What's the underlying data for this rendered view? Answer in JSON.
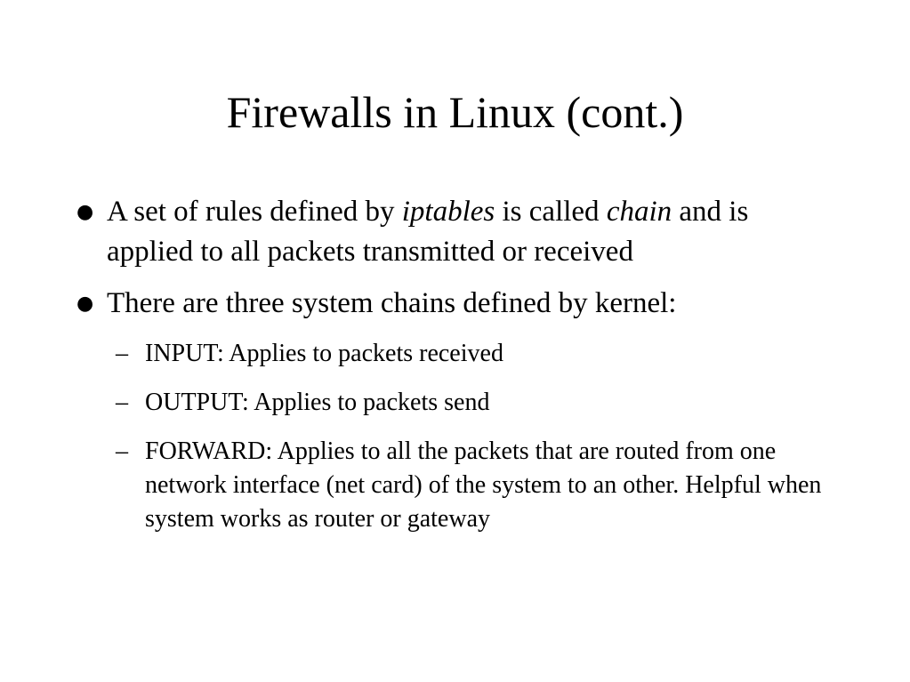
{
  "slide": {
    "title": "Firewalls in Linux (cont.)",
    "bullets": [
      {
        "parts": [
          "A set of rules defined by ",
          "iptables",
          " is called ",
          "chain",
          " and is applied to all packets transmitted or received"
        ]
      },
      {
        "text": "There are three system chains defined by kernel:"
      }
    ],
    "sub_bullets": [
      "INPUT: Applies to packets received",
      "OUTPUT: Applies to packets send",
      "FORWARD:  Applies to all the packets that are routed from one network interface (net card) of the system to an other. Helpful when system works as router or gateway"
    ],
    "bullet_glyph": "●",
    "dash_glyph": "–"
  }
}
